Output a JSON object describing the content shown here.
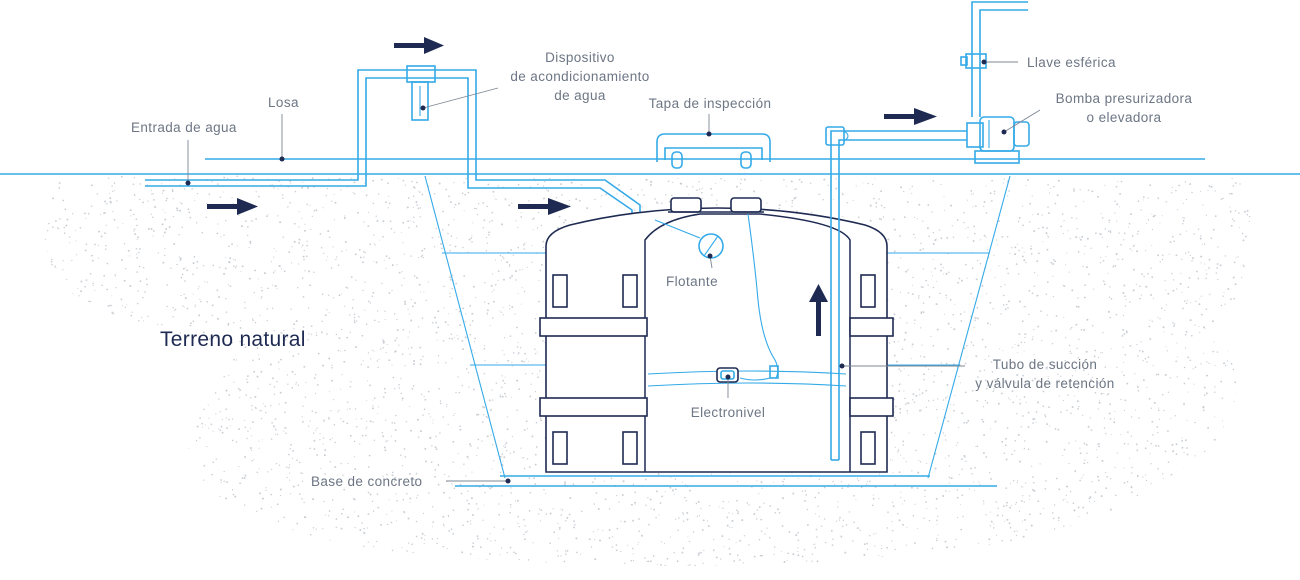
{
  "labels": {
    "entrada": "Entrada de agua",
    "losa": "Losa",
    "dispositivo_1": "Dispositivo",
    "dispositivo_2": "de acondicionamiento",
    "dispositivo_3": "de agua",
    "tapa": "Tapa de inspección",
    "llave": "Llave esférica",
    "bomba_1": "Bomba presurizadora",
    "bomba_2": "o elevadora",
    "flotante": "Flotante",
    "terreno": "Terreno natural",
    "tubo_1": "Tubo de succión",
    "tubo_2": "y válvula de retención",
    "electronivel": "Electronivel",
    "base": "Base de concreto"
  },
  "colors": {
    "pipe": "#35aae8",
    "tank_outline": "#1e2a52",
    "arrow": "#1e2a52",
    "label_text": "#6c7684",
    "ground_speckle": "#c9ced4"
  },
  "icons": {
    "flow_arrows": "right-arrow / up-arrow",
    "float": "float-switch-icon",
    "level_sensor": "electronic-level-sensor-icon",
    "valve": "ball-valve-icon",
    "pump": "pump-icon"
  }
}
